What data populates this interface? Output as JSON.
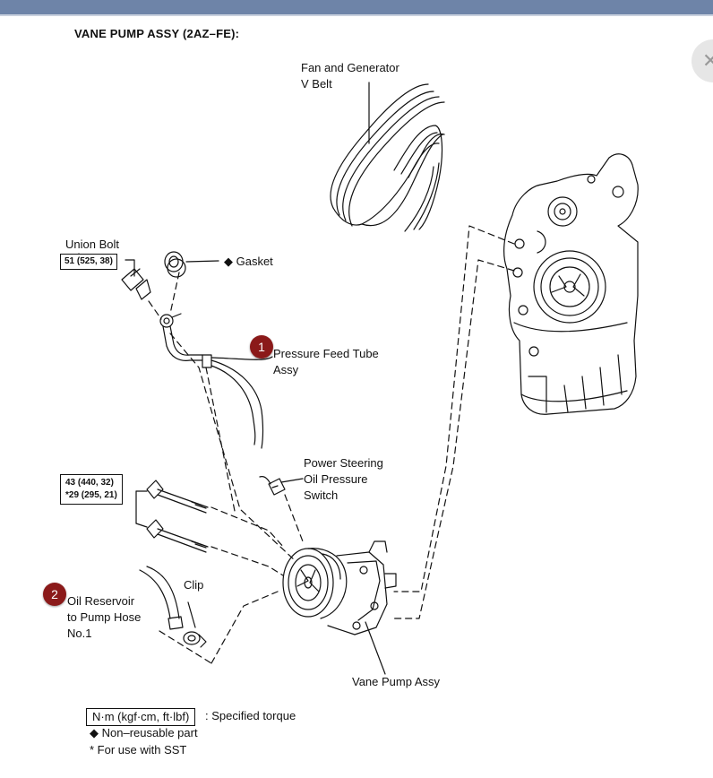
{
  "title": "VANE PUMP ASSY (2AZ–FE):",
  "labels": {
    "fan_belt": [
      "Fan and Generator",
      "V Belt"
    ],
    "union_bolt": "Union Bolt",
    "gasket": "◆ Gasket",
    "pressure_feed": [
      "Pressure Feed Tube",
      "Assy"
    ],
    "ps_switch": [
      "Power Steering",
      "Oil Pressure",
      "Switch"
    ],
    "oil_reservoir": [
      "Oil Reservoir",
      "to Pump Hose",
      "No.1"
    ],
    "clip": "Clip",
    "vane_pump": "Vane Pump Assy"
  },
  "torques": {
    "union_bolt": "51 (525, 38)",
    "pump_bolts_1": "43 (440, 32)",
    "pump_bolts_2": "*29 (295, 21)"
  },
  "badges": [
    "1",
    "2"
  ],
  "legend": {
    "torque_unit": "N·m (kgf·cm, ft·lbf)",
    "torque_desc": ": Specified torque",
    "non_reusable": "◆ Non–reusable part",
    "sst": "* For use with SST"
  },
  "icons": {
    "close": "close-icon"
  },
  "colors": {
    "topbar": "#6e84a8",
    "badge": "#8b1a1a"
  }
}
